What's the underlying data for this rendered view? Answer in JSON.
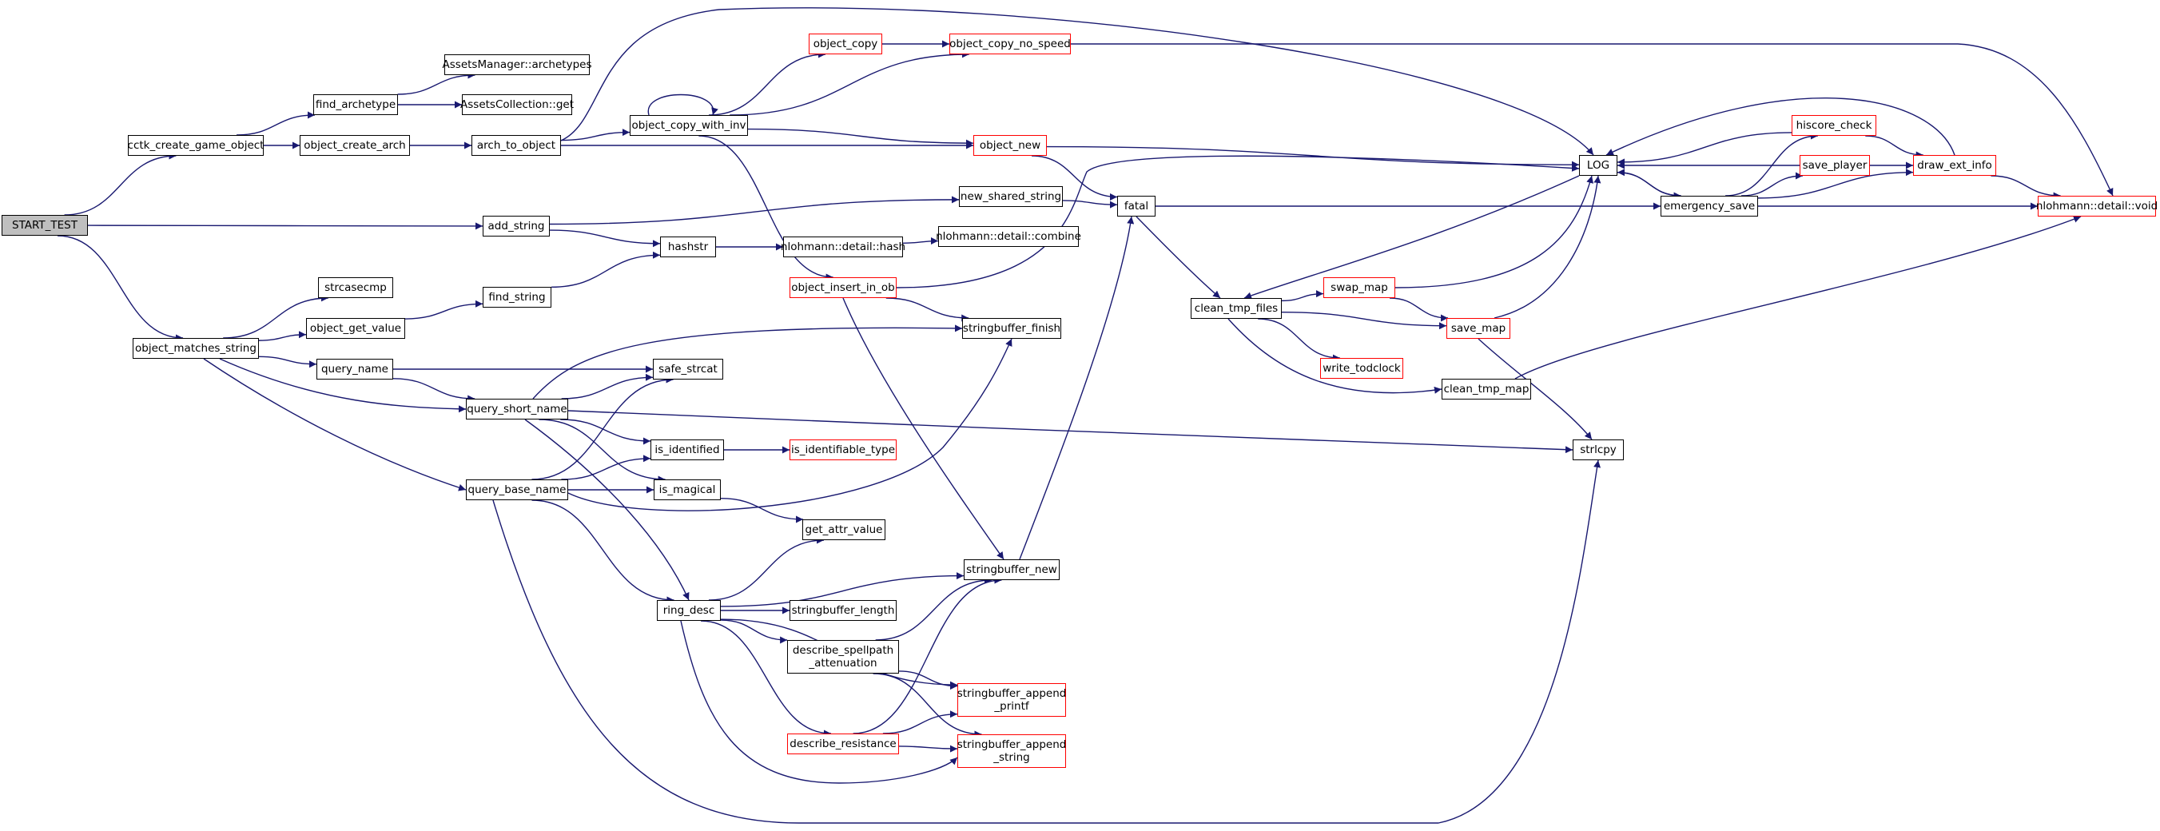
{
  "diagram": {
    "type": "call-graph",
    "root": "START_TEST",
    "colors": {
      "edge": "#191970",
      "border": "#000000",
      "incomplete_border": "#ff0000",
      "root_fill": "#bfbfbf",
      "background": "#ffffff"
    },
    "nodes": [
      {
        "id": "start_test",
        "label": "START_TEST"
      },
      {
        "id": "cctk_create_game_object",
        "label": "cctk_create_game_object"
      },
      {
        "id": "find_archetype",
        "label": "find_archetype"
      },
      {
        "id": "assetsmanager_archetypes",
        "label": "AssetsManager::archetypes"
      },
      {
        "id": "assetscollection_get",
        "label": "AssetsCollection::get"
      },
      {
        "id": "object_create_arch",
        "label": "object_create_arch"
      },
      {
        "id": "arch_to_object",
        "label": "arch_to_object"
      },
      {
        "id": "object_copy_with_inv",
        "label": "object_copy_with_inv"
      },
      {
        "id": "object_copy",
        "label": "object_copy"
      },
      {
        "id": "object_copy_no_speed",
        "label": "object_copy_no_speed"
      },
      {
        "id": "object_new",
        "label": "object_new"
      },
      {
        "id": "add_string",
        "label": "add_string"
      },
      {
        "id": "new_shared_string",
        "label": "new_shared_string"
      },
      {
        "id": "hashstr",
        "label": "hashstr"
      },
      {
        "id": "nlohmann_detail_hash",
        "label": "nlohmann::detail::hash"
      },
      {
        "id": "nlohmann_detail_combine",
        "label": "nlohmann::detail::combine"
      },
      {
        "id": "object_insert_in_ob",
        "label": "object_insert_in_ob"
      },
      {
        "id": "fatal",
        "label": "fatal"
      },
      {
        "id": "log",
        "label": "LOG"
      },
      {
        "id": "emergency_save",
        "label": "emergency_save"
      },
      {
        "id": "hiscore_check",
        "label": "hiscore_check"
      },
      {
        "id": "save_player",
        "label": "save_player"
      },
      {
        "id": "draw_ext_info",
        "label": "draw_ext_info"
      },
      {
        "id": "nlohmann_detail_void",
        "label": "nlohmann::detail::void"
      },
      {
        "id": "clean_tmp_files",
        "label": "clean_tmp_files"
      },
      {
        "id": "swap_map",
        "label": "swap_map"
      },
      {
        "id": "save_map",
        "label": "save_map"
      },
      {
        "id": "write_todclock",
        "label": "write_todclock"
      },
      {
        "id": "clean_tmp_map",
        "label": "clean_tmp_map"
      },
      {
        "id": "strlcpy",
        "label": "strlcpy"
      },
      {
        "id": "object_matches_string",
        "label": "object_matches_string"
      },
      {
        "id": "strcasecmp",
        "label": "strcasecmp"
      },
      {
        "id": "object_get_value",
        "label": "object_get_value"
      },
      {
        "id": "find_string",
        "label": "find_string"
      },
      {
        "id": "query_name",
        "label": "query_name"
      },
      {
        "id": "query_short_name",
        "label": "query_short_name"
      },
      {
        "id": "query_base_name",
        "label": "query_base_name"
      },
      {
        "id": "safe_strcat",
        "label": "safe_strcat"
      },
      {
        "id": "stringbuffer_finish",
        "label": "stringbuffer_finish"
      },
      {
        "id": "is_identified",
        "label": "is_identified"
      },
      {
        "id": "is_identifiable_type",
        "label": "is_identifiable_type"
      },
      {
        "id": "is_magical",
        "label": "is_magical"
      },
      {
        "id": "get_attr_value",
        "label": "get_attr_value"
      },
      {
        "id": "ring_desc",
        "label": "ring_desc"
      },
      {
        "id": "stringbuffer_new",
        "label": "stringbuffer_new"
      },
      {
        "id": "stringbuffer_length",
        "label": "stringbuffer_length"
      },
      {
        "id": "describe_spellpath_attenuation",
        "label": "describe_spellpath\n_attenuation"
      },
      {
        "id": "stringbuffer_append_printf",
        "label": "stringbuffer_append\n_printf"
      },
      {
        "id": "describe_resistance",
        "label": "describe_resistance"
      },
      {
        "id": "stringbuffer_append_string",
        "label": "stringbuffer_append\n_string"
      }
    ],
    "edges": [
      [
        "start_test",
        "cctk_create_game_object"
      ],
      [
        "start_test",
        "add_string"
      ],
      [
        "start_test",
        "object_matches_string"
      ],
      [
        "cctk_create_game_object",
        "find_archetype"
      ],
      [
        "cctk_create_game_object",
        "object_create_arch"
      ],
      [
        "find_archetype",
        "assetsmanager_archetypes"
      ],
      [
        "find_archetype",
        "assetscollection_get"
      ],
      [
        "object_create_arch",
        "arch_to_object"
      ],
      [
        "arch_to_object",
        "object_copy_with_inv"
      ],
      [
        "arch_to_object",
        "object_new"
      ],
      [
        "arch_to_object",
        "log"
      ],
      [
        "object_copy_with_inv",
        "object_copy_with_inv"
      ],
      [
        "object_copy_with_inv",
        "object_copy"
      ],
      [
        "object_copy_with_inv",
        "object_copy_no_speed"
      ],
      [
        "object_copy_with_inv",
        "object_new"
      ],
      [
        "object_copy_with_inv",
        "object_insert_in_ob"
      ],
      [
        "object_copy",
        "object_copy_no_speed"
      ],
      [
        "object_copy_no_speed",
        "nlohmann_detail_void"
      ],
      [
        "object_new",
        "log"
      ],
      [
        "object_new",
        "fatal"
      ],
      [
        "add_string",
        "new_shared_string"
      ],
      [
        "add_string",
        "hashstr"
      ],
      [
        "new_shared_string",
        "fatal"
      ],
      [
        "hashstr",
        "nlohmann_detail_hash"
      ],
      [
        "nlohmann_detail_hash",
        "nlohmann_detail_combine"
      ],
      [
        "object_insert_in_ob",
        "log"
      ],
      [
        "object_insert_in_ob",
        "stringbuffer_finish"
      ],
      [
        "object_insert_in_ob",
        "stringbuffer_new"
      ],
      [
        "fatal",
        "emergency_save"
      ],
      [
        "fatal",
        "clean_tmp_files"
      ],
      [
        "log",
        "emergency_save"
      ],
      [
        "log",
        "clean_tmp_files"
      ],
      [
        "emergency_save",
        "log"
      ],
      [
        "emergency_save",
        "hiscore_check"
      ],
      [
        "emergency_save",
        "save_player"
      ],
      [
        "emergency_save",
        "draw_ext_info"
      ],
      [
        "emergency_save",
        "nlohmann_detail_void"
      ],
      [
        "hiscore_check",
        "log"
      ],
      [
        "hiscore_check",
        "draw_ext_info"
      ],
      [
        "save_player",
        "log"
      ],
      [
        "save_player",
        "draw_ext_info"
      ],
      [
        "draw_ext_info",
        "log"
      ],
      [
        "draw_ext_info",
        "nlohmann_detail_void"
      ],
      [
        "clean_tmp_files",
        "swap_map"
      ],
      [
        "clean_tmp_files",
        "save_map"
      ],
      [
        "clean_tmp_files",
        "write_todclock"
      ],
      [
        "clean_tmp_files",
        "clean_tmp_map"
      ],
      [
        "swap_map",
        "log"
      ],
      [
        "swap_map",
        "save_map"
      ],
      [
        "save_map",
        "log"
      ],
      [
        "save_map",
        "strlcpy"
      ],
      [
        "clean_tmp_map",
        "nlohmann_detail_void"
      ],
      [
        "object_matches_string",
        "strcasecmp"
      ],
      [
        "object_matches_string",
        "object_get_value"
      ],
      [
        "object_matches_string",
        "query_name"
      ],
      [
        "object_matches_string",
        "query_short_name"
      ],
      [
        "object_matches_string",
        "query_base_name"
      ],
      [
        "object_get_value",
        "find_string"
      ],
      [
        "find_string",
        "hashstr"
      ],
      [
        "query_name",
        "query_short_name"
      ],
      [
        "query_name",
        "safe_strcat"
      ],
      [
        "query_short_name",
        "safe_strcat"
      ],
      [
        "query_short_name",
        "stringbuffer_finish"
      ],
      [
        "query_short_name",
        "is_identified"
      ],
      [
        "query_short_name",
        "is_magical"
      ],
      [
        "query_short_name",
        "ring_desc"
      ],
      [
        "query_short_name",
        "strlcpy"
      ],
      [
        "query_base_name",
        "safe_strcat"
      ],
      [
        "query_base_name",
        "is_identified"
      ],
      [
        "query_base_name",
        "is_magical"
      ],
      [
        "query_base_name",
        "stringbuffer_finish"
      ],
      [
        "query_base_name",
        "ring_desc"
      ],
      [
        "query_base_name",
        "strlcpy"
      ],
      [
        "is_identified",
        "is_identifiable_type"
      ],
      [
        "is_magical",
        "get_attr_value"
      ],
      [
        "ring_desc",
        "get_attr_value"
      ],
      [
        "ring_desc",
        "stringbuffer_new"
      ],
      [
        "ring_desc",
        "stringbuffer_length"
      ],
      [
        "ring_desc",
        "describe_spellpath_attenuation"
      ],
      [
        "ring_desc",
        "stringbuffer_append_printf"
      ],
      [
        "ring_desc",
        "describe_resistance"
      ],
      [
        "ring_desc",
        "stringbuffer_append_string"
      ],
      [
        "stringbuffer_new",
        "fatal"
      ],
      [
        "describe_spellpath_attenuation",
        "stringbuffer_new"
      ],
      [
        "describe_spellpath_attenuation",
        "stringbuffer_append_printf"
      ],
      [
        "describe_spellpath_attenuation",
        "stringbuffer_append_string"
      ],
      [
        "describe_resistance",
        "stringbuffer_new"
      ],
      [
        "describe_resistance",
        "stringbuffer_append_printf"
      ],
      [
        "describe_resistance",
        "stringbuffer_append_string"
      ]
    ]
  }
}
